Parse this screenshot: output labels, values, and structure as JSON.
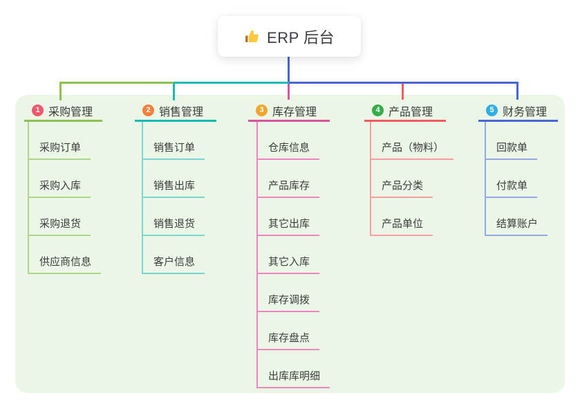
{
  "root": {
    "title": "ERP 后台",
    "icon": "thumbs-up-icon",
    "icon_color": "#FFC83D",
    "icon_sleeve_color": "#B5762A"
  },
  "colors": {
    "background": "#FFFFFF",
    "panel": "#ECF6E6",
    "connector_blue": "#4765D4",
    "text": "#3C3C3C"
  },
  "branches": [
    {
      "number": "1",
      "title": "采购管理",
      "badge_color": "#F4566C",
      "color": "#8CC152",
      "child_color": "#ACD689",
      "children": [
        "采购订单",
        "采购入库",
        "采购退货",
        "供应商信息"
      ]
    },
    {
      "number": "2",
      "title": "销售管理",
      "badge_color": "#F5803C",
      "color": "#16BCB4",
      "child_color": "#79D6CE",
      "children": [
        "销售订单",
        "销售出库",
        "销售退货",
        "客户信息"
      ]
    },
    {
      "number": "3",
      "title": "库存管理",
      "badge_color": "#F3A42B",
      "color": "#D8549E",
      "child_color": "#EE85BE",
      "children": [
        "仓库信息",
        "产品库存",
        "其它出库",
        "其它入库",
        "库存调拨",
        "库存盘点",
        "出库库明细"
      ]
    },
    {
      "number": "4",
      "title": "产品管理",
      "badge_color": "#35AD4A",
      "color": "#F4595F",
      "child_color": "#F89DA1",
      "children": [
        "产品（物料）",
        "产品分类",
        "产品单位"
      ]
    },
    {
      "number": "5",
      "title": "财务管理",
      "badge_color": "#31AEE4",
      "color": "#4765D4",
      "child_color": "#92A9E5",
      "children": [
        "回款单",
        "付款单",
        "结算账户"
      ]
    }
  ]
}
